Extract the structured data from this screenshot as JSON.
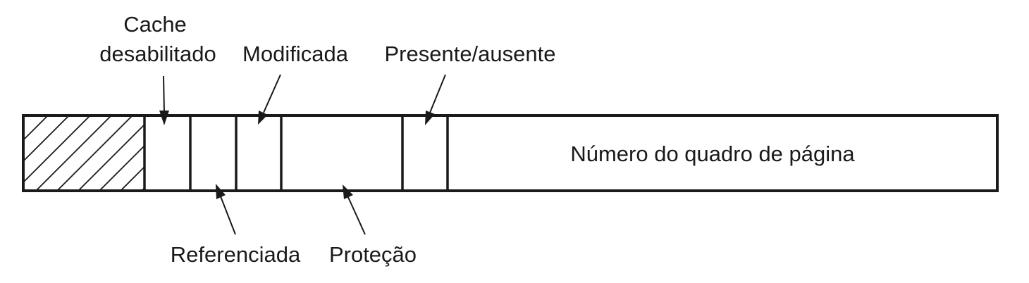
{
  "labels": {
    "cache_line1": "Cache",
    "cache_line2": "desabilitado",
    "modified": "Modificada",
    "present": "Presente/ausente",
    "page_frame": "Número do quadro de página",
    "referenced": "Referenciada",
    "protection": "Proteção"
  },
  "colors": {
    "ink": "#1a1a1a",
    "background": "#ffffff"
  }
}
